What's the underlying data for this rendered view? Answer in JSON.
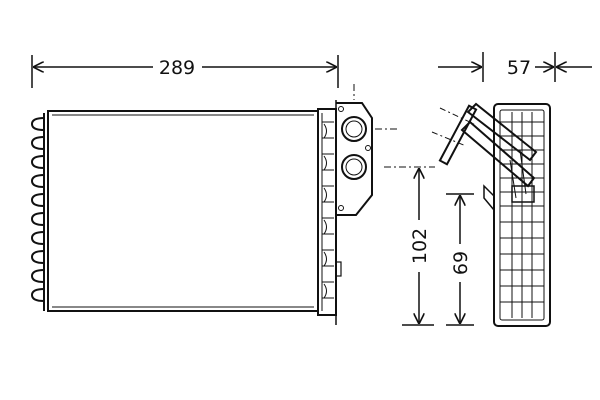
{
  "dimensions": {
    "width": "289",
    "depth": "57",
    "pipe_height": "102",
    "pipe_offset": "69"
  },
  "colors": {
    "line": "#111111",
    "background": "#ffffff"
  }
}
